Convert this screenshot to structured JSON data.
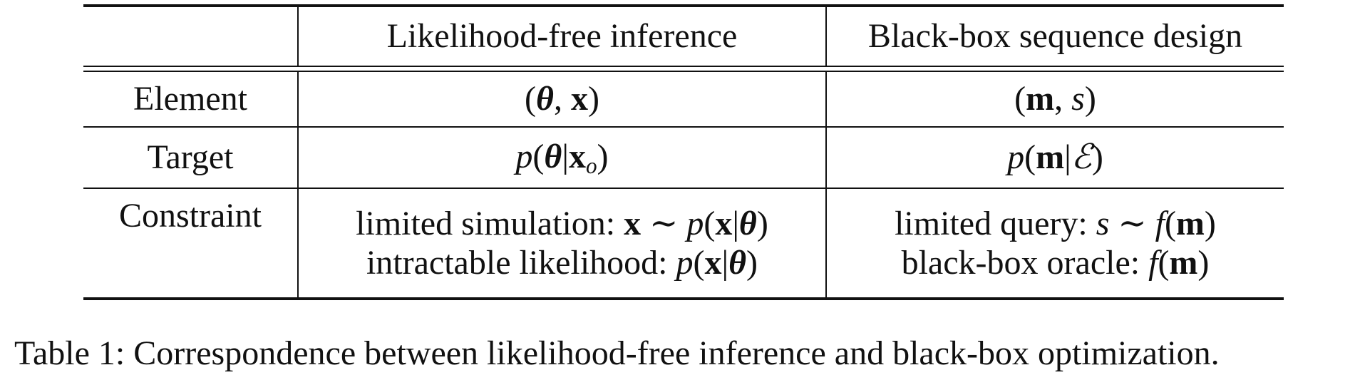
{
  "table": {
    "headers": [
      "",
      "Likelihood-free inference",
      "Black-box sequence design"
    ],
    "rows": [
      {
        "label": "Element",
        "lfi": "(θ, x)",
        "bbd": "(m, s)"
      },
      {
        "label": "Target",
        "lfi": "p(θ|x_o)",
        "bbd": "p(m|ℰ)"
      },
      {
        "label": "Constraint",
        "lfi_lines": [
          "limited simulation: x ∼ p(x|θ)",
          "intractable likelihood: p(x|θ)"
        ],
        "bbd_lines": [
          "limited query: s ∼ f(m)",
          "black-box oracle: f(m)"
        ]
      }
    ]
  },
  "caption": "Table 1: Correspondence between likelihood-free inference and black-box optimization."
}
